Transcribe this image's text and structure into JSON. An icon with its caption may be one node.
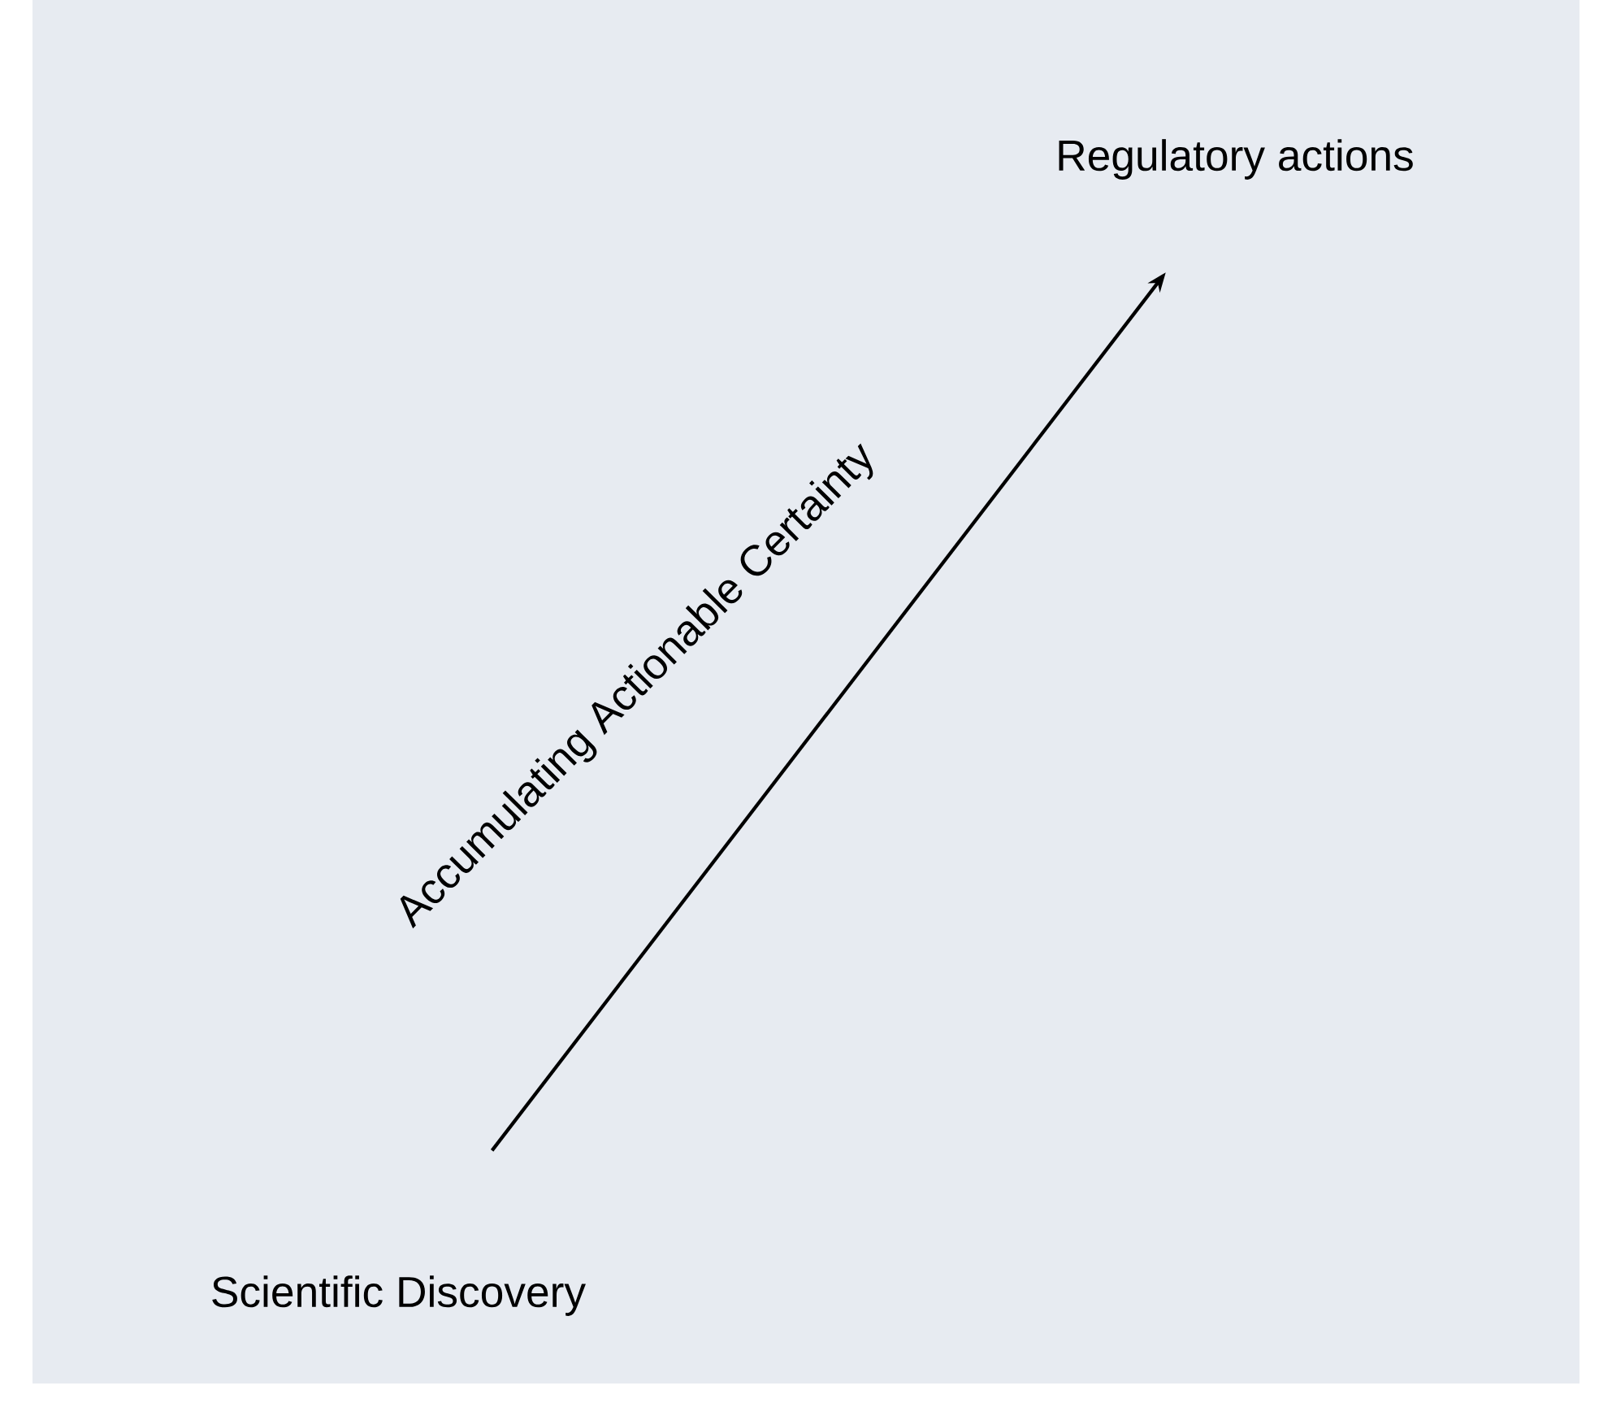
{
  "diagram": {
    "nodes": [
      {
        "text": [
          "Scientific Discovery"
        ]
      },
      {
        "text": [
          "Regulatory actions"
        ]
      }
    ],
    "edges": [
      {
        "from": 0,
        "to": 1,
        "arrow": "to",
        "label": "Accumulating Actionable Certainty"
      }
    ]
  }
}
